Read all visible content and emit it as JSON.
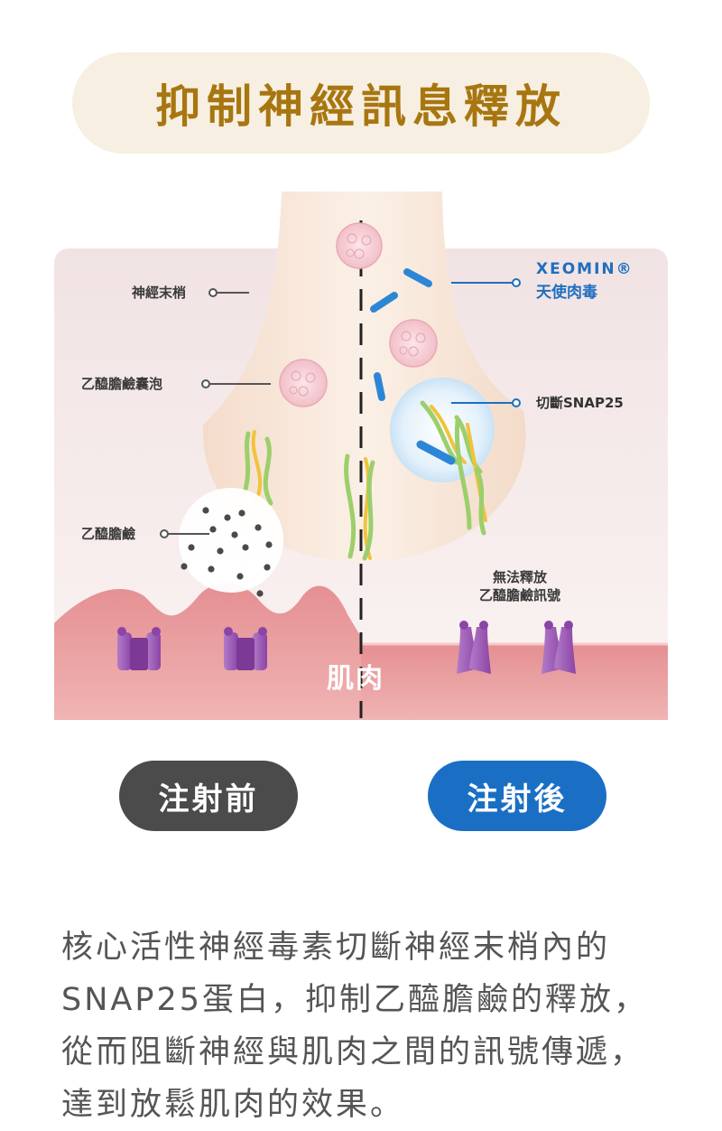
{
  "title": "抑制神經訊息釋放",
  "labels": {
    "nerve_ending": "神經末梢",
    "ach_vesicle": "乙醯膽鹼囊泡",
    "ach": "乙醯膽鹼",
    "xeomin_en": "XEOMIN®",
    "xeomin_zh": "天使肉毒",
    "cut_snap25": "切斷SNAP25",
    "no_release_line1": "無法釋放",
    "no_release_line2": "乙醯膽鹼訊號",
    "muscle": "肌肉"
  },
  "buttons": {
    "before": "注射前",
    "after": "注射後"
  },
  "description": "核心活性神經毒素切斷神經末梢內的SNAP25蛋白，抑制乙醯膽鹼的釋放，從而阻斷神經與肌肉之間的訊號傳遞，達到放鬆肌肉的效果。",
  "colors": {
    "title": "#a87610",
    "title_bg": "#f7efe1",
    "accent_blue": "#1e6fc0",
    "muscle": "#e2888c",
    "receptor": "#9a55b4",
    "snare_green": "#9ccf6b",
    "snare_yellow": "#f1c23c"
  }
}
